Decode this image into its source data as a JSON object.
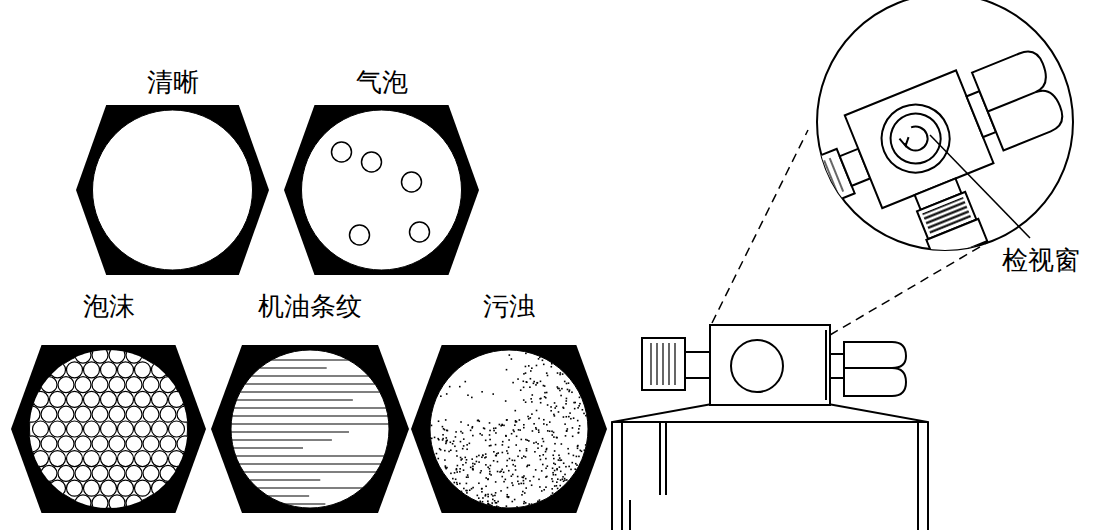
{
  "diagram": {
    "nodes": [
      {
        "text": [
          "清晰"
        ]
      },
      {
        "text": [
          "气泡"
        ]
      },
      {
        "text": [
          "泡沫"
        ]
      },
      {
        "text": [
          "机油条纹"
        ]
      },
      {
        "text": [
          "污浊"
        ]
      }
    ],
    "labels": [
      "检视窗"
    ]
  }
}
